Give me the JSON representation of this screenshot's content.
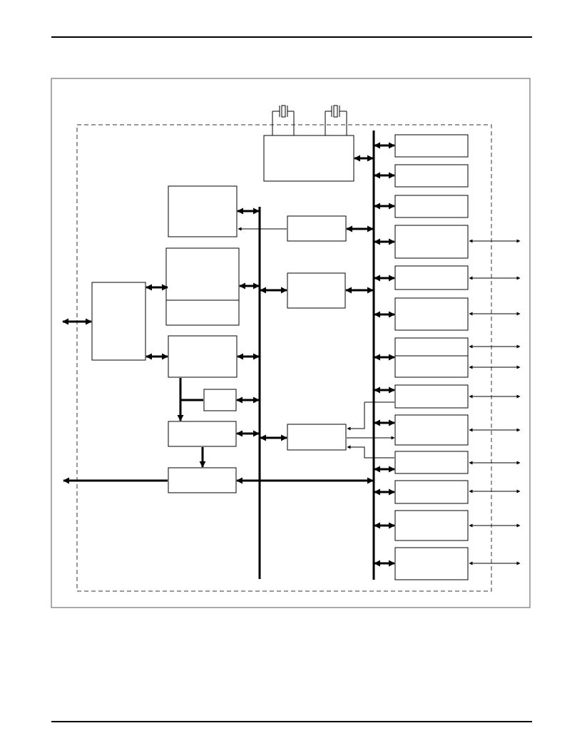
{
  "page": {
    "title": "",
    "footer": ""
  },
  "diagram": {
    "kind": "block-diagram",
    "labels_visible": false,
    "blocks": [
      "clock-generator",
      "block-left-main",
      "block-a",
      "block-b",
      "block-c",
      "block-d-small",
      "block-e",
      "block-f",
      "bridge-1",
      "bridge-2",
      "bridge-3",
      "periph-1",
      "periph-2",
      "periph-3",
      "periph-4",
      "periph-5",
      "periph-6",
      "periph-7",
      "periph-8",
      "periph-9",
      "periph-10",
      "periph-11",
      "periph-12",
      "periph-13",
      "periph-14",
      "periph-15"
    ],
    "buses": [
      "internal-bus",
      "peripheral-bus"
    ],
    "crystals": [
      "crystal-1",
      "crystal-2"
    ]
  }
}
